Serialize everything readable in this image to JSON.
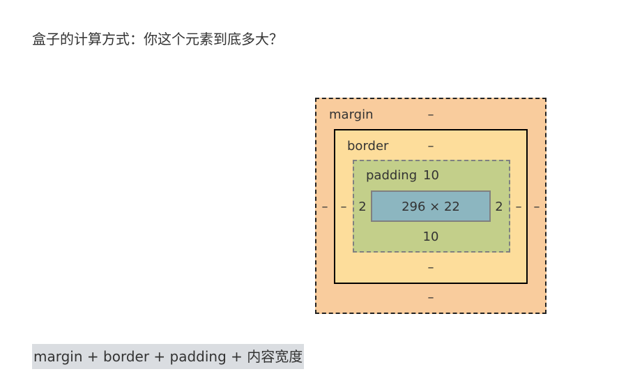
{
  "heading": "盒子的计算方式：你这个元素到底多大？",
  "box_model": {
    "margin": {
      "label": "margin",
      "top": "–",
      "right": "–",
      "bottom": "–",
      "left": "–"
    },
    "border": {
      "label": "border",
      "top": "–",
      "right": "–",
      "bottom": "–",
      "left": "–"
    },
    "padding": {
      "label": "padding",
      "top": "10",
      "right": "2",
      "bottom": "10",
      "left": "2"
    },
    "content": {
      "size": "296 × 22"
    },
    "colors": {
      "margin": "#f9cc9d",
      "border": "#fddd9b",
      "padding": "#c3cf8a",
      "content": "#8cb6c0"
    }
  },
  "formula": "margin + border + padding + 内容宽度"
}
